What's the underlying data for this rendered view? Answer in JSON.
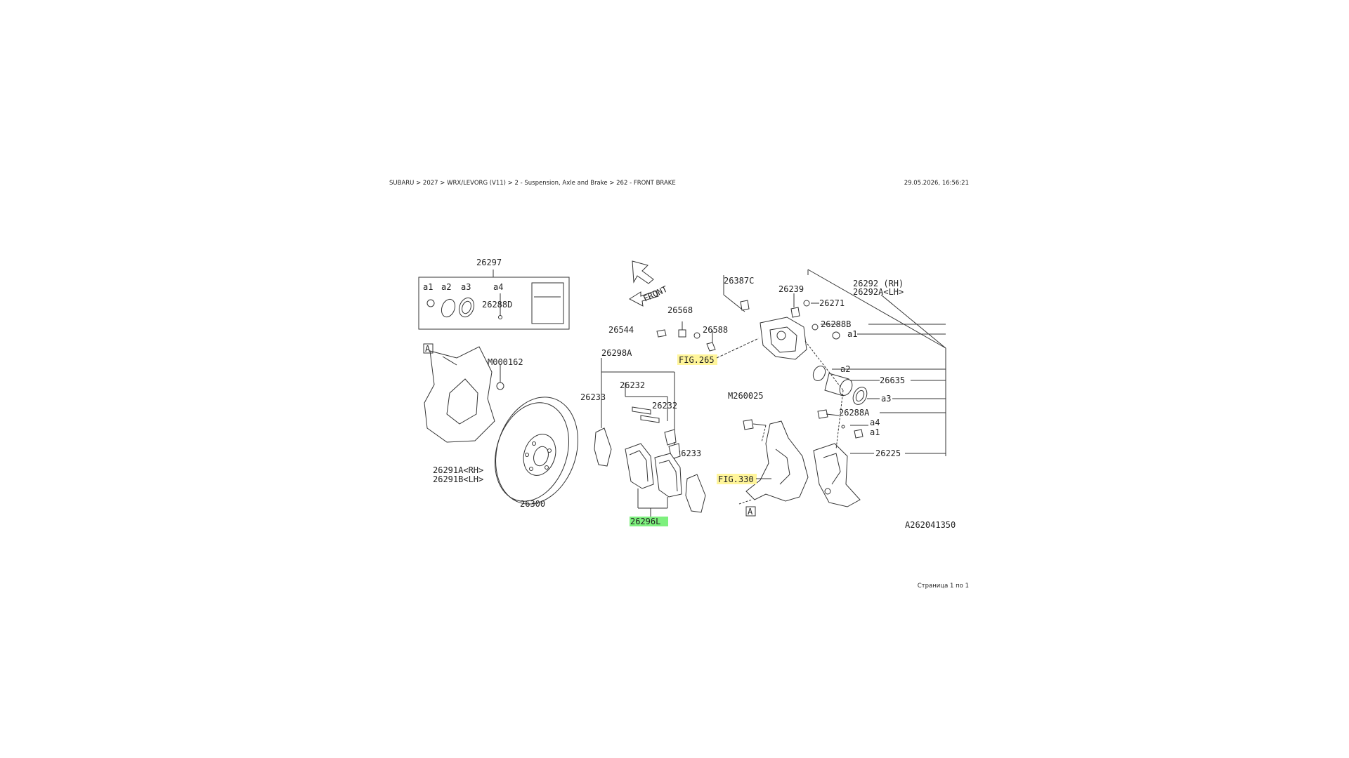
{
  "header": {
    "breadcrumb": "SUBARU > 2027 > WRX/LEVORG (V11) > 2 - Suspension, Axle and Brake > 262 - FRONT BRAKE",
    "timestamp": "29.05.2026, 16:56:21"
  },
  "footer": {
    "page_info": "Страница 1 по 1"
  },
  "diagram": {
    "drawing_code": "A262041350",
    "kit_box": {
      "part_number": "26297",
      "items": [
        "a1",
        "a2",
        "a3",
        "a4"
      ],
      "inner_label": "26288D"
    },
    "front_label": "FRONT",
    "ref_letter": "A",
    "labels": {
      "dust_cover_bolt": "M000162",
      "dust_cover": "26291A<RH>",
      "dust_cover_lh": "26291B<LH>",
      "rotor": "26300",
      "pad_kit": "26298A",
      "clip_top": "26232",
      "clip_mid": "26232",
      "shim_left": "26233",
      "shim_right": "26233",
      "pad_set": "26296L",
      "bolt_26544": "26544",
      "bleeder": "26568",
      "bleeder_cap": "26588",
      "fig_265": "FIG.265",
      "fig_330": "FIG.330",
      "bolt_26387c": "26387C",
      "pin_26239": "26239",
      "caliper_rh": "26292 (RH)",
      "caliper_lh": "26292A<LH>",
      "boot_26271": "26271",
      "bolt_26288b": "26288B",
      "a1_top": "a1",
      "a2": "a2",
      "piston": "26635",
      "a3": "a3",
      "bolt_m260025": "M260025",
      "bolt_26288a": "26288A",
      "a4": "a4",
      "a1_bottom": "a1",
      "support": "26225"
    }
  },
  "colors": {
    "highlight_yellow": "#fff59a",
    "highlight_green": "#7ef07e"
  }
}
